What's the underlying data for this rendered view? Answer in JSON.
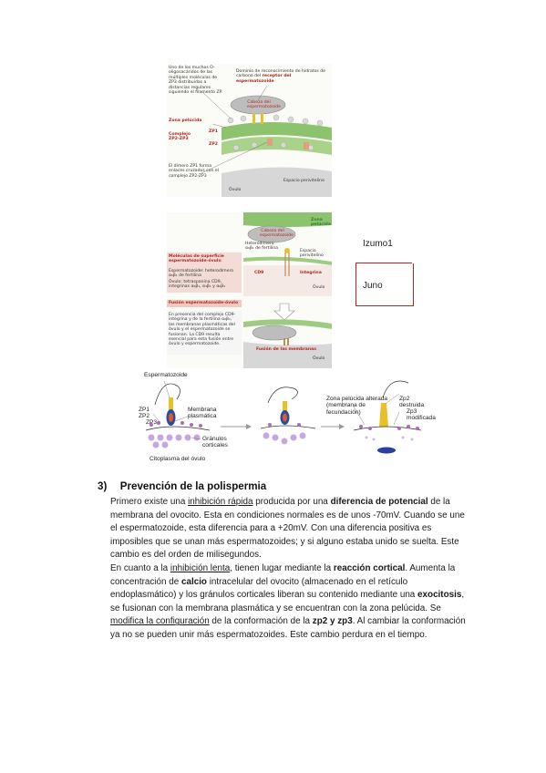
{
  "figure1": {
    "labels": {
      "note_oligo": "Uno de los muchos O-oligosacáridos de las múltiples moléculas de ZP3 distribuidas a distancias regulares siguiendo el filamento ZP.",
      "domain_recognition_prefix": "Dominio de reconocimiento de hidratos de carbono del ",
      "domain_recognition_red": "receptor del espermatozoide",
      "sperm_head": "Cabeza del espermatozoide",
      "zona": "Zona pelúcida",
      "complex": "Complejo ZP2-ZP3",
      "zp1": "ZP1",
      "zp2": "ZP2",
      "dimer_note": "El dímero ZP1 forma enlaces cruzados con el complejo ZP2-ZP3",
      "perivitelline": "Espacio perivitelino",
      "ovulo": "Óvulo"
    }
  },
  "figure2": {
    "labels": {
      "zona": "Zona pelúcida",
      "sperm_head": "Cabeza del espermatozoide",
      "heterodimer": "Heterodímero α₆β₁ de fertilina",
      "perivitelline": "Espacio perivitelino",
      "surface_molecules": "Moléculas de superficie espermatozoide-óvulo",
      "sperm_desc": "Espermatozoide: heterodímero α₆β₁ de fertilina",
      "egg_desc": "Óvulo: tetraspanina CD9, integrinas α₆β₁, α₃β₁ y α₆β₄",
      "cd9": "CD9",
      "integrina": "Integrina",
      "ovulo": "Óvulo",
      "fusion_title": "Fusión espermatozoide-óvulo",
      "fusion_desc": "En presencia del complejo CD9-integrina y de la fertilina α₆β₁, las membranas plasmáticas del óvulo y el espermatozoide se fusionan. La CD9 resulta esencial para esta fusión entre óvulo y espermatozoide.",
      "fusion_membranes": "Fusión de las membranas",
      "izumo": "Izumo1",
      "juno": "Juno"
    }
  },
  "figure3": {
    "labels": {
      "sperm": "Espermatozoide",
      "zp1": "ZP1",
      "zp2": "ZP2",
      "zp3": "ZP3",
      "membrane": "Membrana plasmática",
      "granules": "Gránulos corticales",
      "cytoplasm": "Citoplasma del óvulo",
      "zona_altered": "Zona pelúcida alterada (membrana de fecundación)",
      "zp2_destroyed": "Zp2 destruida",
      "zp3_modified": "Zp3 modificada"
    }
  },
  "section": {
    "number": "3)",
    "title": "Prevención de la polispermia"
  },
  "paragraph1": {
    "t1": "Primero existe una ",
    "u1": "inhibición rápida",
    "t2": " producida por una ",
    "b1": "diferencia de potencial",
    "t3": " de la membrana del ovocito. Esta en condiciones normales es de unos -70mV. Cuando se une el espermatozoide, esta diferencia para a +20mV. Con una diferencia positiva es imposibles que se unan más espermatozoides; y si alguno estaba unido se suelta. Este cambio es del orden de milisegundos."
  },
  "paragraph2": {
    "t1": "En cuanto a la ",
    "u1": "inhibición lenta",
    "t2": ", tienen lugar mediante la ",
    "b1": "reacción cortical",
    "t3": ". Aumenta la concentración de ",
    "b2": "calcio",
    "t4": " intracelular del ovocito (almacenado en el retículo endoplasmático) y los gránulos corticales liberan su contenido mediante una ",
    "b3": "exocitosis",
    "t5": ", se fusionan con la membrana plasmática y se encuentran con la zona pelúcida. Se ",
    "u2": "modifica la configuración",
    "t6": " de la conformación de la ",
    "b4": "zp2 y zp3",
    "t7": ". Al cambiar la conformación ya no se pueden unir más espermatozoides. Este cambio perdura en el tiempo."
  }
}
